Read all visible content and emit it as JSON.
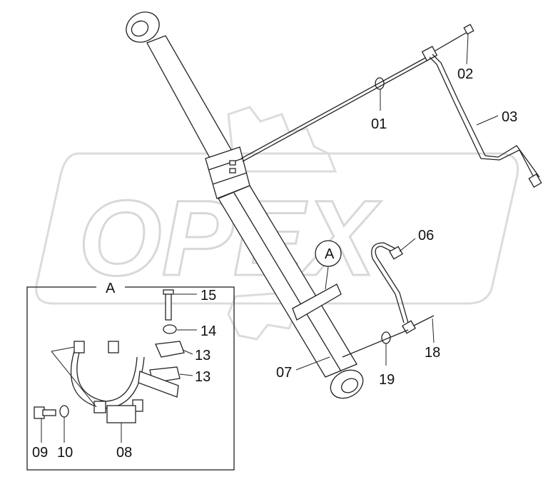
{
  "watermark": {
    "brand": "OPEX"
  },
  "detail": {
    "view_label": "A",
    "callout_label": "A"
  },
  "callouts": {
    "p01": "01",
    "p02": "02",
    "p03": "03",
    "p06": "06",
    "p07": "07",
    "p08": "08",
    "p09": "09",
    "p10": "10",
    "p13a": "13",
    "p13b": "13",
    "p14": "14",
    "p15": "15",
    "p18": "18",
    "p19": "19"
  },
  "colors": {
    "line": "#222222",
    "watermark": "#d8d8d8",
    "background": "#ffffff"
  }
}
